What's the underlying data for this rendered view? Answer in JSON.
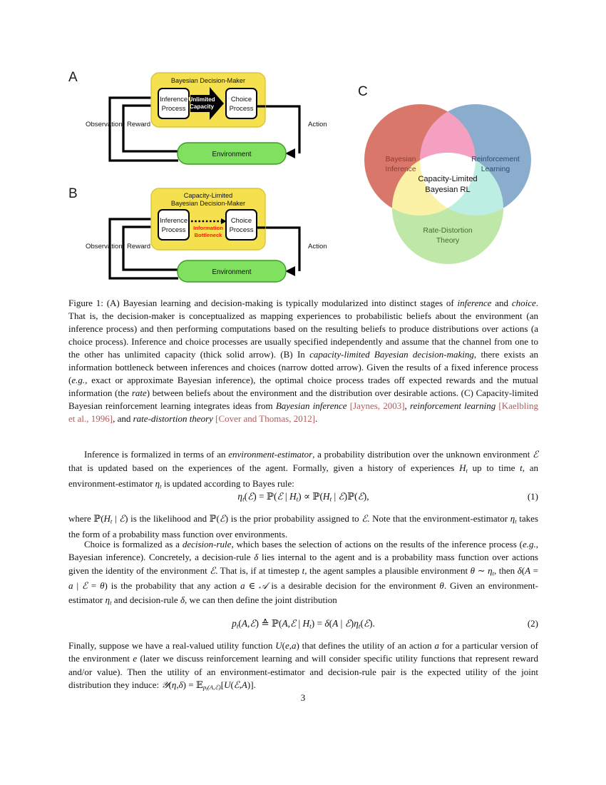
{
  "figure": {
    "panels": [
      {
        "letter": "A",
        "container_title": "Bayesian Decision-Maker",
        "container_title_line1": "Bayesian Decision-Maker",
        "container_title_line2": "",
        "inference_line1": "Inference",
        "inference_line2": "Process",
        "choice_line1": "Choice",
        "choice_line2": "Process",
        "channel_line1": "Unlimited",
        "channel_line2": "Capacity",
        "channel_style": "thick-solid-arrow",
        "environment": "Environment",
        "observation": "Observation",
        "reward": "Reward",
        "action": "Action"
      },
      {
        "letter": "B",
        "container_title": "Capacity-Limited Bayesian Decision-Maker",
        "container_title_line1": "Capacity-Limited",
        "container_title_line2": "Bayesian Decision-Maker",
        "inference_line1": "Inference",
        "inference_line2": "Process",
        "choice_line1": "Choice",
        "choice_line2": "Process",
        "channel_line1": "Information",
        "channel_line2": "Bottleneck",
        "channel_style": "narrow-dotted-arrow",
        "environment": "Environment",
        "observation": "Observation",
        "reward": "Reward",
        "action": "Action"
      }
    ],
    "venn": {
      "letter": "C",
      "circles": [
        {
          "label_line1": "Bayesian",
          "label_line2": "Inference",
          "color": "#d9776b",
          "text_color": "#8f3a32"
        },
        {
          "label_line1": "Reinforcement",
          "label_line2": "Learning",
          "color": "#8aaccd",
          "text_color": "#2f4a6b"
        },
        {
          "label_line1": "Rate-Distortion",
          "label_line2": "Theory",
          "color": "#bfe8a8",
          "text_color": "#3c6b2c"
        }
      ],
      "center_line1": "Capacity-Limited",
      "center_line2": "Bayesian RL"
    },
    "colors": {
      "decision_maker_fill": "#f5e14f",
      "environment_fill": "#80e060",
      "process_box_fill": "#ffffff",
      "channel_arrow": "#000000",
      "bottleneck_text": "#ff1a00"
    }
  },
  "caption": {
    "label": "Figure 1:",
    "part_a": " (A) Bayesian learning and decision-making is typically modularized into distinct stages of ",
    "it_inference": "inference",
    "a2": " and ",
    "it_choice": "choice",
    "a3": ". That is, the decision-maker is conceptualized as mapping experiences to probabilistic beliefs about the environment (an inference process) and then performing computations based on the resulting beliefs to produce distributions over actions (a choice process). Inference and choice processes are usually specified independently and assume that the channel from one to the other has unlimited capacity (thick solid arrow). (B) In ",
    "it_capacity_limited": "capacity-limited Bayesian decision-making",
    "b2": ", there exists an information bottleneck between inferences and choices (narrow dotted arrow). Given the results of a fixed inference process (",
    "it_eg": "e.g.",
    "b3": ", exact or approximate Bayesian inference), the optimal choice process trades off expected rewards and the mutual information (the ",
    "it_rate": "rate",
    "b4": ") between beliefs about the environment and the distribution over desirable actions. (C) Capacity-limited Bayesian reinforcement learning integrates ideas from ",
    "it_bayesian_inference": "Bayesian inference",
    "c2": " ",
    "cite_jaynes": "[Jaynes, 2003]",
    "c3": ", ",
    "it_reinforcement_learning": "reinforcement learning",
    "c4": " ",
    "cite_kaelbling": "[Kaelbling et al., 1996]",
    "c5": ", and ",
    "it_rate_distortion": "rate-distortion theory",
    "c6": " ",
    "cite_cover": "[Cover and Thomas, 2012]",
    "c7": "."
  },
  "body": {
    "p1_a": "Inference is formalized in terms of an ",
    "p1_it": "environment-estimator",
    "p1_b": ", a probability distribution over the unknown environment ",
    "p1_c": " that is updated based on the experiences of the agent. Formally, given a history of experiences ",
    "p1_d": " up to time ",
    "p1_e": ", an environment-estimator ",
    "p1_f": " is updated according to Bayes rule:",
    "eq1_number": "(1)",
    "p2_a": "where ",
    "p2_b": " is the likelihood and ",
    "p2_c": " is the prior probability assigned to ",
    "p2_d": ". Note that the environment-estimator ",
    "p2_e": " takes the form of a probability mass function over environments.",
    "p3_a": "Choice is formalized as a ",
    "p3_it": "decision-rule",
    "p3_b": ", which bases the selection of actions on the results of the inference process (",
    "p3_it_eg": "e.g.",
    "p3_c": ", Bayesian inference). Concretely, a decision-rule ",
    "p3_d": " lies internal to the agent and is a probability mass function over actions given the identity of the environment ",
    "p3_e": ". That is, if at timestep ",
    "p3_f": ", the agent samples a plausible environment ",
    "p3_g": ", then ",
    "p3_h": " is the probability that any action ",
    "p3_i": " is a desirable decision for the environment ",
    "p3_j": ". Given an environment-estimator ",
    "p3_k": " and decision-rule ",
    "p3_l": ", we can then define the joint distribution",
    "eq2_number": "(2)",
    "p4_a": "Finally, suppose we have a real-valued utility function ",
    "p4_b": " that defines the utility of an action ",
    "p4_c": " for a particular version of the environment ",
    "p4_d": " (later we discuss reinforcement learning and will consider specific utility functions that represent reward and/or value). Then the utility of an environment-estimator and decision-rule pair is the expected utility of the joint distribution they induce: "
  },
  "page_number": "3"
}
